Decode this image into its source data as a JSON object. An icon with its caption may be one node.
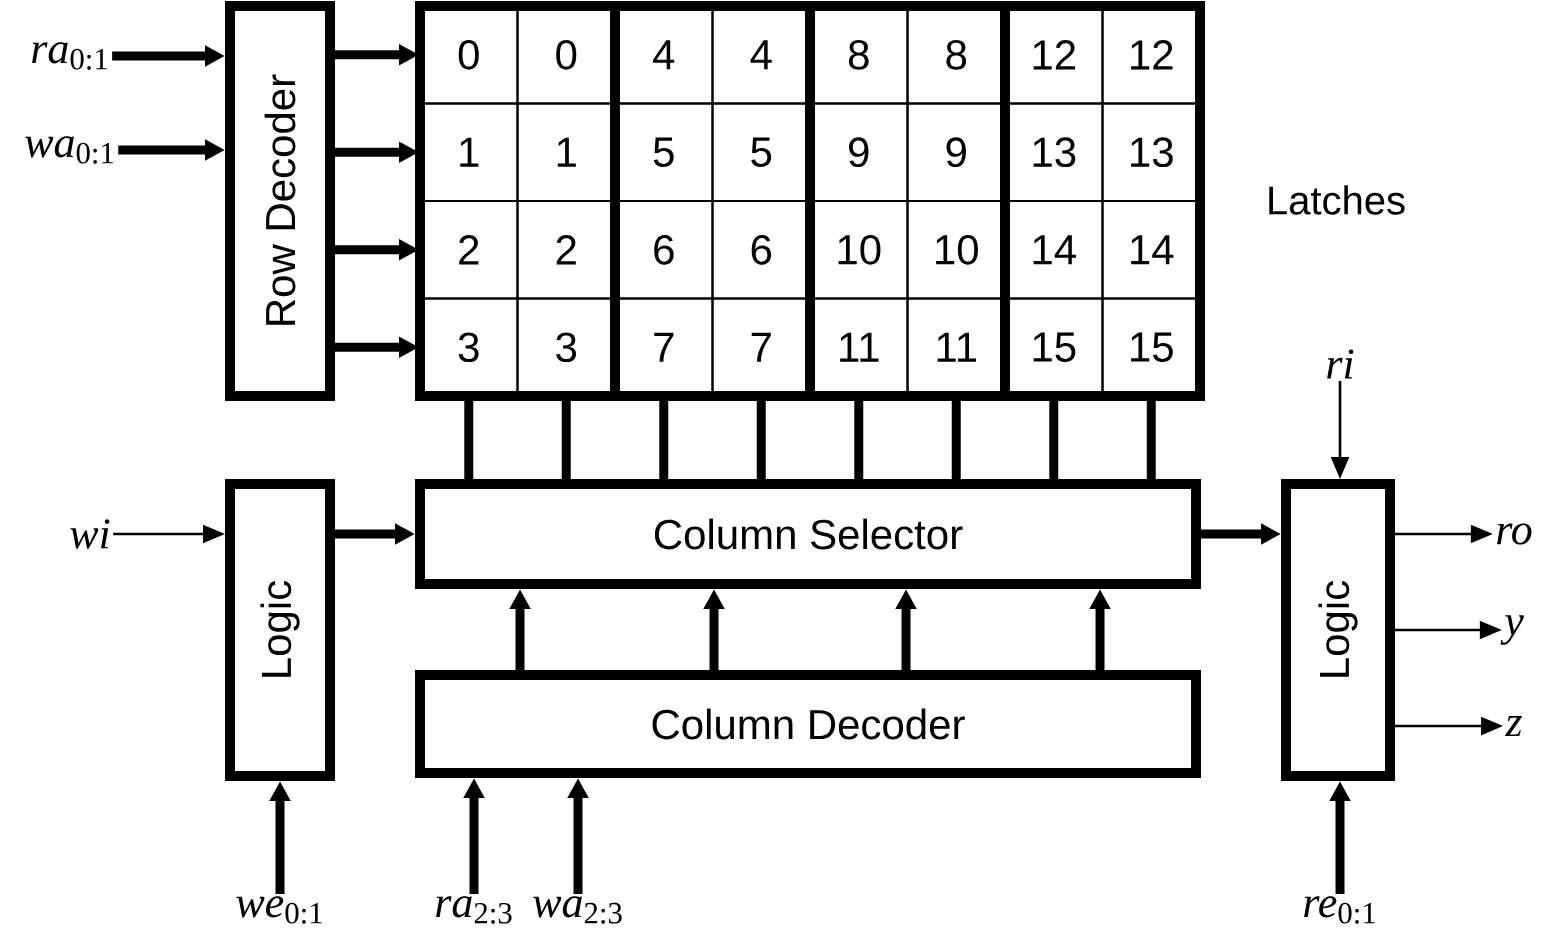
{
  "diagram": {
    "nodes": [
      {
        "text": [
          "*ra*$_{0:1}$"
        ]
      },
      {
        "text": [
          "*wa*$_{0:1}$"
        ]
      },
      {
        "text": [
          "Row Decoder"
        ]
      },
      {
        "text": [],
        "shape": "box",
        "beside": [
          "Latches"
        ]
      },
      {
        "text": [
          "0"
        ],
        "in": 3
      },
      {
        "text": [
          "0"
        ],
        "in": 3
      },
      {
        "text": [
          "4"
        ],
        "in": 3
      },
      {
        "text": [
          "4"
        ],
        "in": 3
      },
      {
        "text": [
          "8"
        ],
        "in": 3
      },
      {
        "text": [
          "8"
        ],
        "in": 3
      },
      {
        "text": [
          "12"
        ],
        "in": 3
      },
      {
        "text": [
          "12"
        ],
        "in": 3
      },
      {
        "text": [
          "1"
        ],
        "in": 3
      },
      {
        "text": [
          "1"
        ],
        "in": 3
      },
      {
        "text": [
          "5"
        ],
        "in": 3
      },
      {
        "text": [
          "5"
        ],
        "in": 3
      },
      {
        "text": [
          "9"
        ],
        "in": 3
      },
      {
        "text": [
          "9"
        ],
        "in": 3
      },
      {
        "text": [
          "13"
        ],
        "in": 3
      },
      {
        "text": [
          "13"
        ],
        "in": 3
      },
      {
        "text": [
          "2"
        ],
        "in": 3
      },
      {
        "text": [
          "2"
        ],
        "in": 3
      },
      {
        "text": [
          "6"
        ],
        "in": 3
      },
      {
        "text": [
          "6"
        ],
        "in": 3
      },
      {
        "text": [
          "10"
        ],
        "in": 3
      },
      {
        "text": [
          "10"
        ],
        "in": 3
      },
      {
        "text": [
          "14"
        ],
        "in": 3
      },
      {
        "text": [
          "14"
        ],
        "in": 3
      },
      {
        "text": [
          "3"
        ],
        "in": 3
      },
      {
        "text": [
          "3"
        ],
        "in": 3
      },
      {
        "text": [
          "7"
        ],
        "in": 3
      },
      {
        "text": [
          "7"
        ],
        "in": 3
      },
      {
        "text": [
          "11"
        ],
        "in": 3
      },
      {
        "text": [
          "11"
        ],
        "in": 3
      },
      {
        "text": [
          "15"
        ],
        "in": 3
      },
      {
        "text": [
          "15"
        ],
        "in": 3
      },
      {
        "text": [
          "ri"
        ]
      },
      {
        "text": [
          "wi"
        ]
      },
      {
        "text": [
          "Logic"
        ]
      },
      {
        "text": [
          "Column Selector"
        ]
      },
      {
        "text": [
          "Logic"
        ]
      },
      {
        "text": [
          "ro"
        ]
      },
      {
        "text": [
          "y"
        ]
      },
      {
        "text": [
          "z"
        ]
      },
      {
        "text": [
          "Column Decoder"
        ]
      },
      {
        "text": [
          "*we*$_{0:1}$"
        ]
      },
      {
        "text": [
          "*ra*$_{2:3}$"
        ]
      },
      {
        "text": [
          "*wa*$_{2:3}$"
        ]
      },
      {
        "text": [
          "*re*$_{0:1}$"
        ]
      }
    ],
    "edges": [
      {
        "from": 0,
        "to": 2,
        "arrow": "to"
      },
      {
        "from": 1,
        "to": 2,
        "arrow": "to"
      },
      {
        "from": 2,
        "to": 4,
        "arrow": "to"
      },
      {
        "from": 2,
        "to": 12,
        "arrow": "to"
      },
      {
        "from": 2,
        "to": 20,
        "arrow": "to"
      },
      {
        "from": 2,
        "to": 28,
        "arrow": "to"
      },
      {
        "from": 28,
        "to": 39,
        "arrow": "none"
      },
      {
        "from": 29,
        "to": 39,
        "arrow": "none"
      },
      {
        "from": 30,
        "to": 39,
        "arrow": "none"
      },
      {
        "from": 31,
        "to": 39,
        "arrow": "none"
      },
      {
        "from": 32,
        "to": 39,
        "arrow": "none"
      },
      {
        "from": 33,
        "to": 39,
        "arrow": "none"
      },
      {
        "from": 34,
        "to": 39,
        "arrow": "none"
      },
      {
        "from": 35,
        "to": 39,
        "arrow": "none"
      },
      {
        "from": 37,
        "to": 38,
        "arrow": "to"
      },
      {
        "from": 38,
        "to": 39,
        "arrow": "to"
      },
      {
        "from": 44,
        "to": 39,
        "arrow": "to"
      },
      {
        "from": 44,
        "to": 39,
        "arrow": "to"
      },
      {
        "from": 44,
        "to": 39,
        "arrow": "to"
      },
      {
        "from": 44,
        "to": 39,
        "arrow": "to"
      },
      {
        "from": 45,
        "to": 38,
        "arrow": "to"
      },
      {
        "from": 46,
        "to": 44,
        "arrow": "to"
      },
      {
        "from": 47,
        "to": 44,
        "arrow": "to"
      },
      {
        "from": 39,
        "to": 40,
        "arrow": "to"
      },
      {
        "from": 36,
        "to": 40,
        "arrow": "to"
      },
      {
        "from": 40,
        "to": 41,
        "arrow": "to"
      },
      {
        "from": 40,
        "to": 42,
        "arrow": "to"
      },
      {
        "from": 40,
        "to": 43,
        "arrow": "to"
      },
      {
        "from": 48,
        "to": 40,
        "arrow": "to"
      }
    ]
  }
}
